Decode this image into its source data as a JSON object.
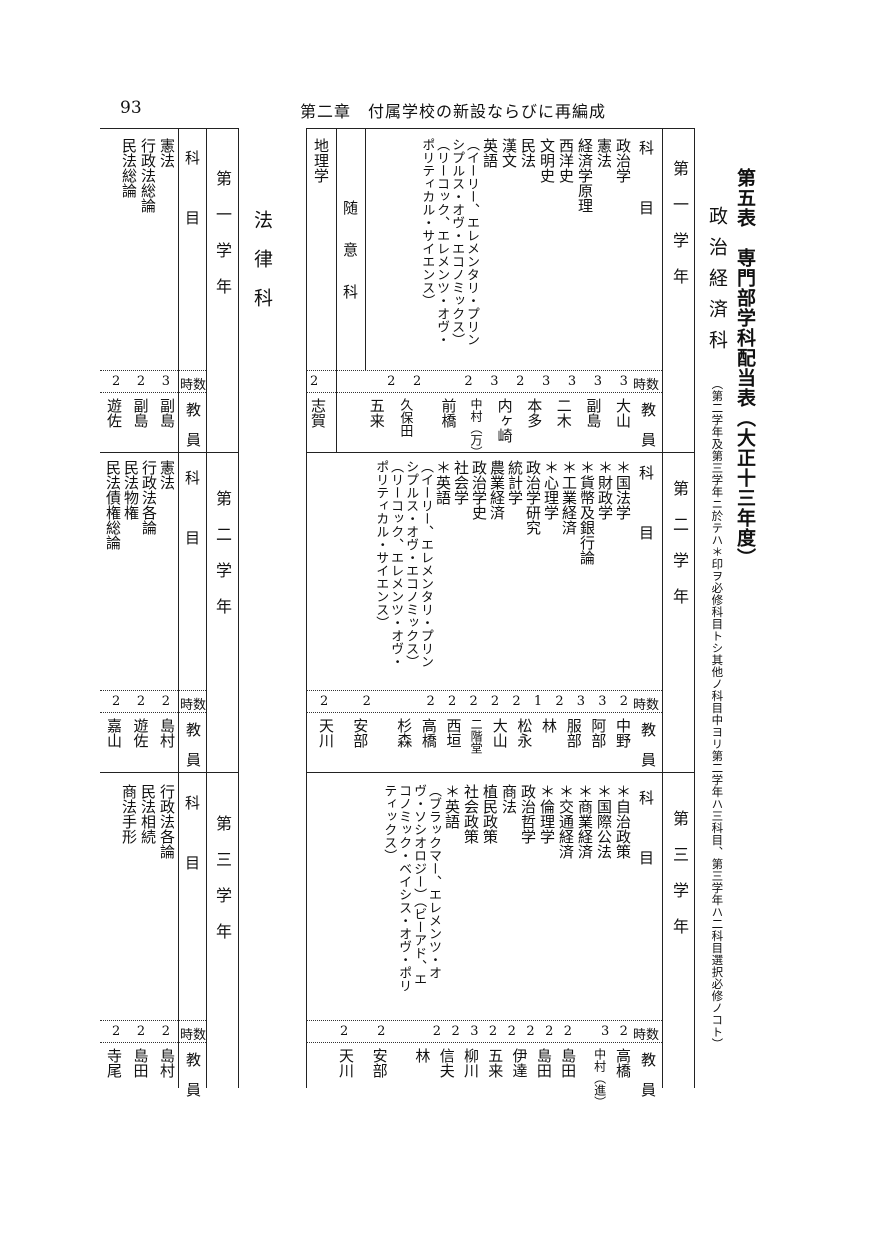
{
  "page": {
    "number": "93",
    "running_header": "第二章　付属学校の新設ならびに再編成"
  },
  "table": {
    "title": "第五表　専門部学科配当表（大正十三年度）",
    "note": "（第二学年及第三学年ニ於テハ＊印ヲ必修科目トシ其他ノ科目中ヨリ第二学年ハ三科目、第三学年ハ二科目選択必修ノコト）"
  },
  "headers": {
    "subject": "科　　　目",
    "hours": "時数",
    "teacher": "教　員"
  },
  "politics": {
    "name": "政治経済科",
    "year1": {
      "label": "第　一　学　年",
      "subjects": [
        "政治学",
        "憲法",
        "経済学原理",
        "西洋史",
        "文明史",
        "民法",
        "漢文",
        "英語"
      ],
      "english_note": "（イーリー、エレメンタリ・プリンシプルス・オヴ・エコノミックス）（リーコック、エレメンツ・オヴ・ポリティカル・サイエンス）",
      "optional_label": "随　意　科",
      "optional_subject": "地理学",
      "hours": [
        "3",
        "3",
        "3",
        "3",
        "2",
        "3",
        "2",
        "",
        "2",
        "2",
        "",
        "",
        "2"
      ],
      "teachers": [
        "大山",
        "副島",
        "二木",
        "本多",
        "内ヶ崎",
        "中村（万）",
        "前橋",
        "",
        "久保田",
        "五来",
        "",
        "",
        "志賀"
      ]
    },
    "year2": {
      "label": "第　二　学　年",
      "subjects": [
        "＊国法学",
        "＊財政学",
        "＊貨幣及銀行論",
        "＊工業経済",
        "＊心理学",
        "政治学研究",
        "統計学",
        "農業経済",
        "政治学史",
        "社会学",
        "＊英語"
      ],
      "english_note": "（イーリー、エレメンタリ・プリンシプルス・オヴ・エコノミックス）（リーコック、エレメンツ・オヴ・ポリティカル・サイエンス）",
      "hours": [
        "2",
        "3",
        "3",
        "2",
        "1",
        "2",
        "2",
        "2",
        "2",
        "2",
        "",
        "",
        "2",
        "",
        "2"
      ],
      "teachers": [
        "中野",
        "阿部",
        "服部",
        "林",
        "松永",
        "大山",
        "二階堂",
        "西垣",
        "高橋",
        "杉森",
        "",
        "",
        "安部",
        "",
        "天川"
      ]
    },
    "year3": {
      "label": "第　三　学　年",
      "subjects": [
        "＊自治政策",
        "＊国際公法",
        "＊商業経済",
        "＊交通経済",
        "＊倫理学",
        "政治哲学",
        "商法",
        "植民政策",
        "社会政策",
        "＊英語"
      ],
      "english_note": "（ブラックマー、エレメンツ・オヴ・ソシオロジー）（ビーアド、エコノミック・ベイシス・オヴ・ポリティックス）",
      "hours": [
        "2",
        "3",
        "",
        "2",
        "2",
        "2",
        "2",
        "2",
        "3",
        "2",
        "2",
        "",
        "",
        "2",
        "",
        "2"
      ],
      "teachers": [
        "高橋",
        "中村（進）",
        "",
        "島田",
        "島田",
        "伊達",
        "五来",
        "柳川",
        "信夫",
        "林",
        "",
        "",
        "安部",
        "",
        "天川"
      ]
    }
  },
  "law": {
    "name": "法律科",
    "year1": {
      "label": "第　一　学　年",
      "subjects": [
        "憲法",
        "行政法総論",
        "民法総論"
      ],
      "hours": [
        "3",
        "2",
        "2"
      ],
      "teachers": [
        "副島",
        "副島",
        "遊佐"
      ]
    },
    "year2": {
      "label": "第　二　学　年",
      "subjects": [
        "憲法",
        "行政法各論",
        "民法物権",
        "民法債権総論"
      ],
      "hours": [
        "2",
        "2",
        "2"
      ],
      "teachers": [
        "島村",
        "遊佐",
        "嘉山"
      ]
    },
    "year3": {
      "label": "第　三　学　年",
      "subjects": [
        "行政法各論",
        "民法相続",
        "商法手形"
      ],
      "hours": [
        "2",
        "2",
        "2"
      ],
      "teachers": [
        "島村",
        "島田",
        "寺尾"
      ]
    }
  }
}
